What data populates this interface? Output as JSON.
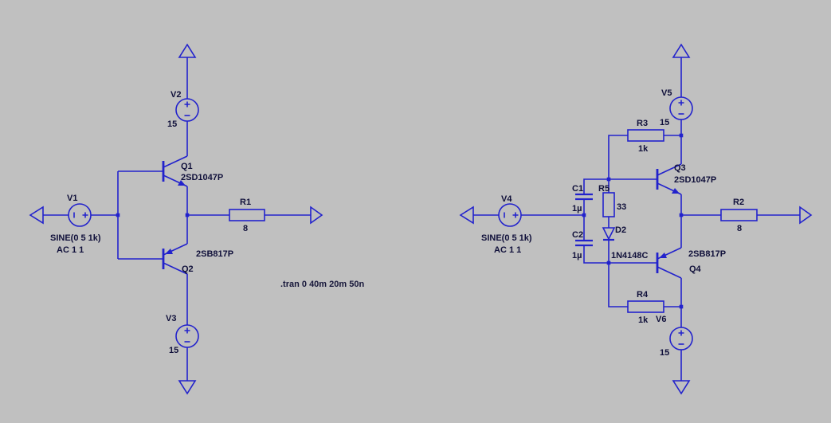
{
  "colors": {
    "bg": "#c0c0c0",
    "wire": "#2222cc",
    "label": "#10103a",
    "directive": "#17173a"
  },
  "directive": ".tran 0 40m 20m 50n",
  "left_circuit": {
    "v1": {
      "name": "V1",
      "line1": "SINE(0 5 1k)",
      "line2": "AC 1 1"
    },
    "v2": {
      "name": "V2",
      "value": "15"
    },
    "v3": {
      "name": "V3",
      "value": "15"
    },
    "q1": {
      "name": "Q1",
      "model": "2SD1047P"
    },
    "q2": {
      "name": "Q2",
      "model": "2SB817P"
    },
    "r1": {
      "name": "R1",
      "value": "8"
    }
  },
  "right_circuit": {
    "v4": {
      "name": "V4",
      "line1": "SINE(0 5 1k)",
      "line2": "AC 1 1"
    },
    "v5": {
      "name": "V5",
      "value": "15"
    },
    "v6": {
      "name": "V6",
      "value": "15"
    },
    "q3": {
      "name": "Q3",
      "model": "2SD1047P"
    },
    "q4": {
      "name": "Q4",
      "model": "2SB817P"
    },
    "r2": {
      "name": "R2",
      "value": "8"
    },
    "r3": {
      "name": "R3",
      "value": "1k"
    },
    "r4": {
      "name": "R4",
      "value": "1k"
    },
    "r5": {
      "name": "R5",
      "value": "33"
    },
    "c1": {
      "name": "C1",
      "value": "1µ"
    },
    "c2": {
      "name": "C2",
      "value": "1µ"
    },
    "d2": {
      "name": "D2",
      "model": "1N4148C"
    }
  }
}
